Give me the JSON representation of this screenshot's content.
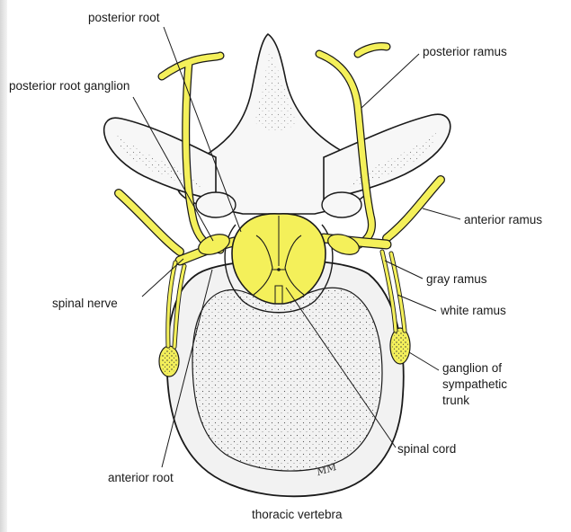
{
  "labels": {
    "posterior_root": "posterior root",
    "posterior_root_ganglion": "posterior root ganglion",
    "posterior_ramus": "posterior ramus",
    "anterior_ramus": "anterior ramus",
    "gray_ramus": "gray ramus",
    "white_ramus": "white ramus",
    "spinal_nerve": "spinal nerve",
    "ganglion_line1": "ganglion of",
    "ganglion_line2": "sympathetic",
    "ganglion_line3": "trunk",
    "spinal_cord": "spinal cord",
    "anterior_root": "anterior root",
    "thoracic_vertebra": "thoracic vertebra"
  },
  "signature": "MM",
  "colors": {
    "nerve_yellow": "#f4f05a",
    "bone_fill": "#f7f7f7",
    "outline": "#1a1a1a"
  }
}
